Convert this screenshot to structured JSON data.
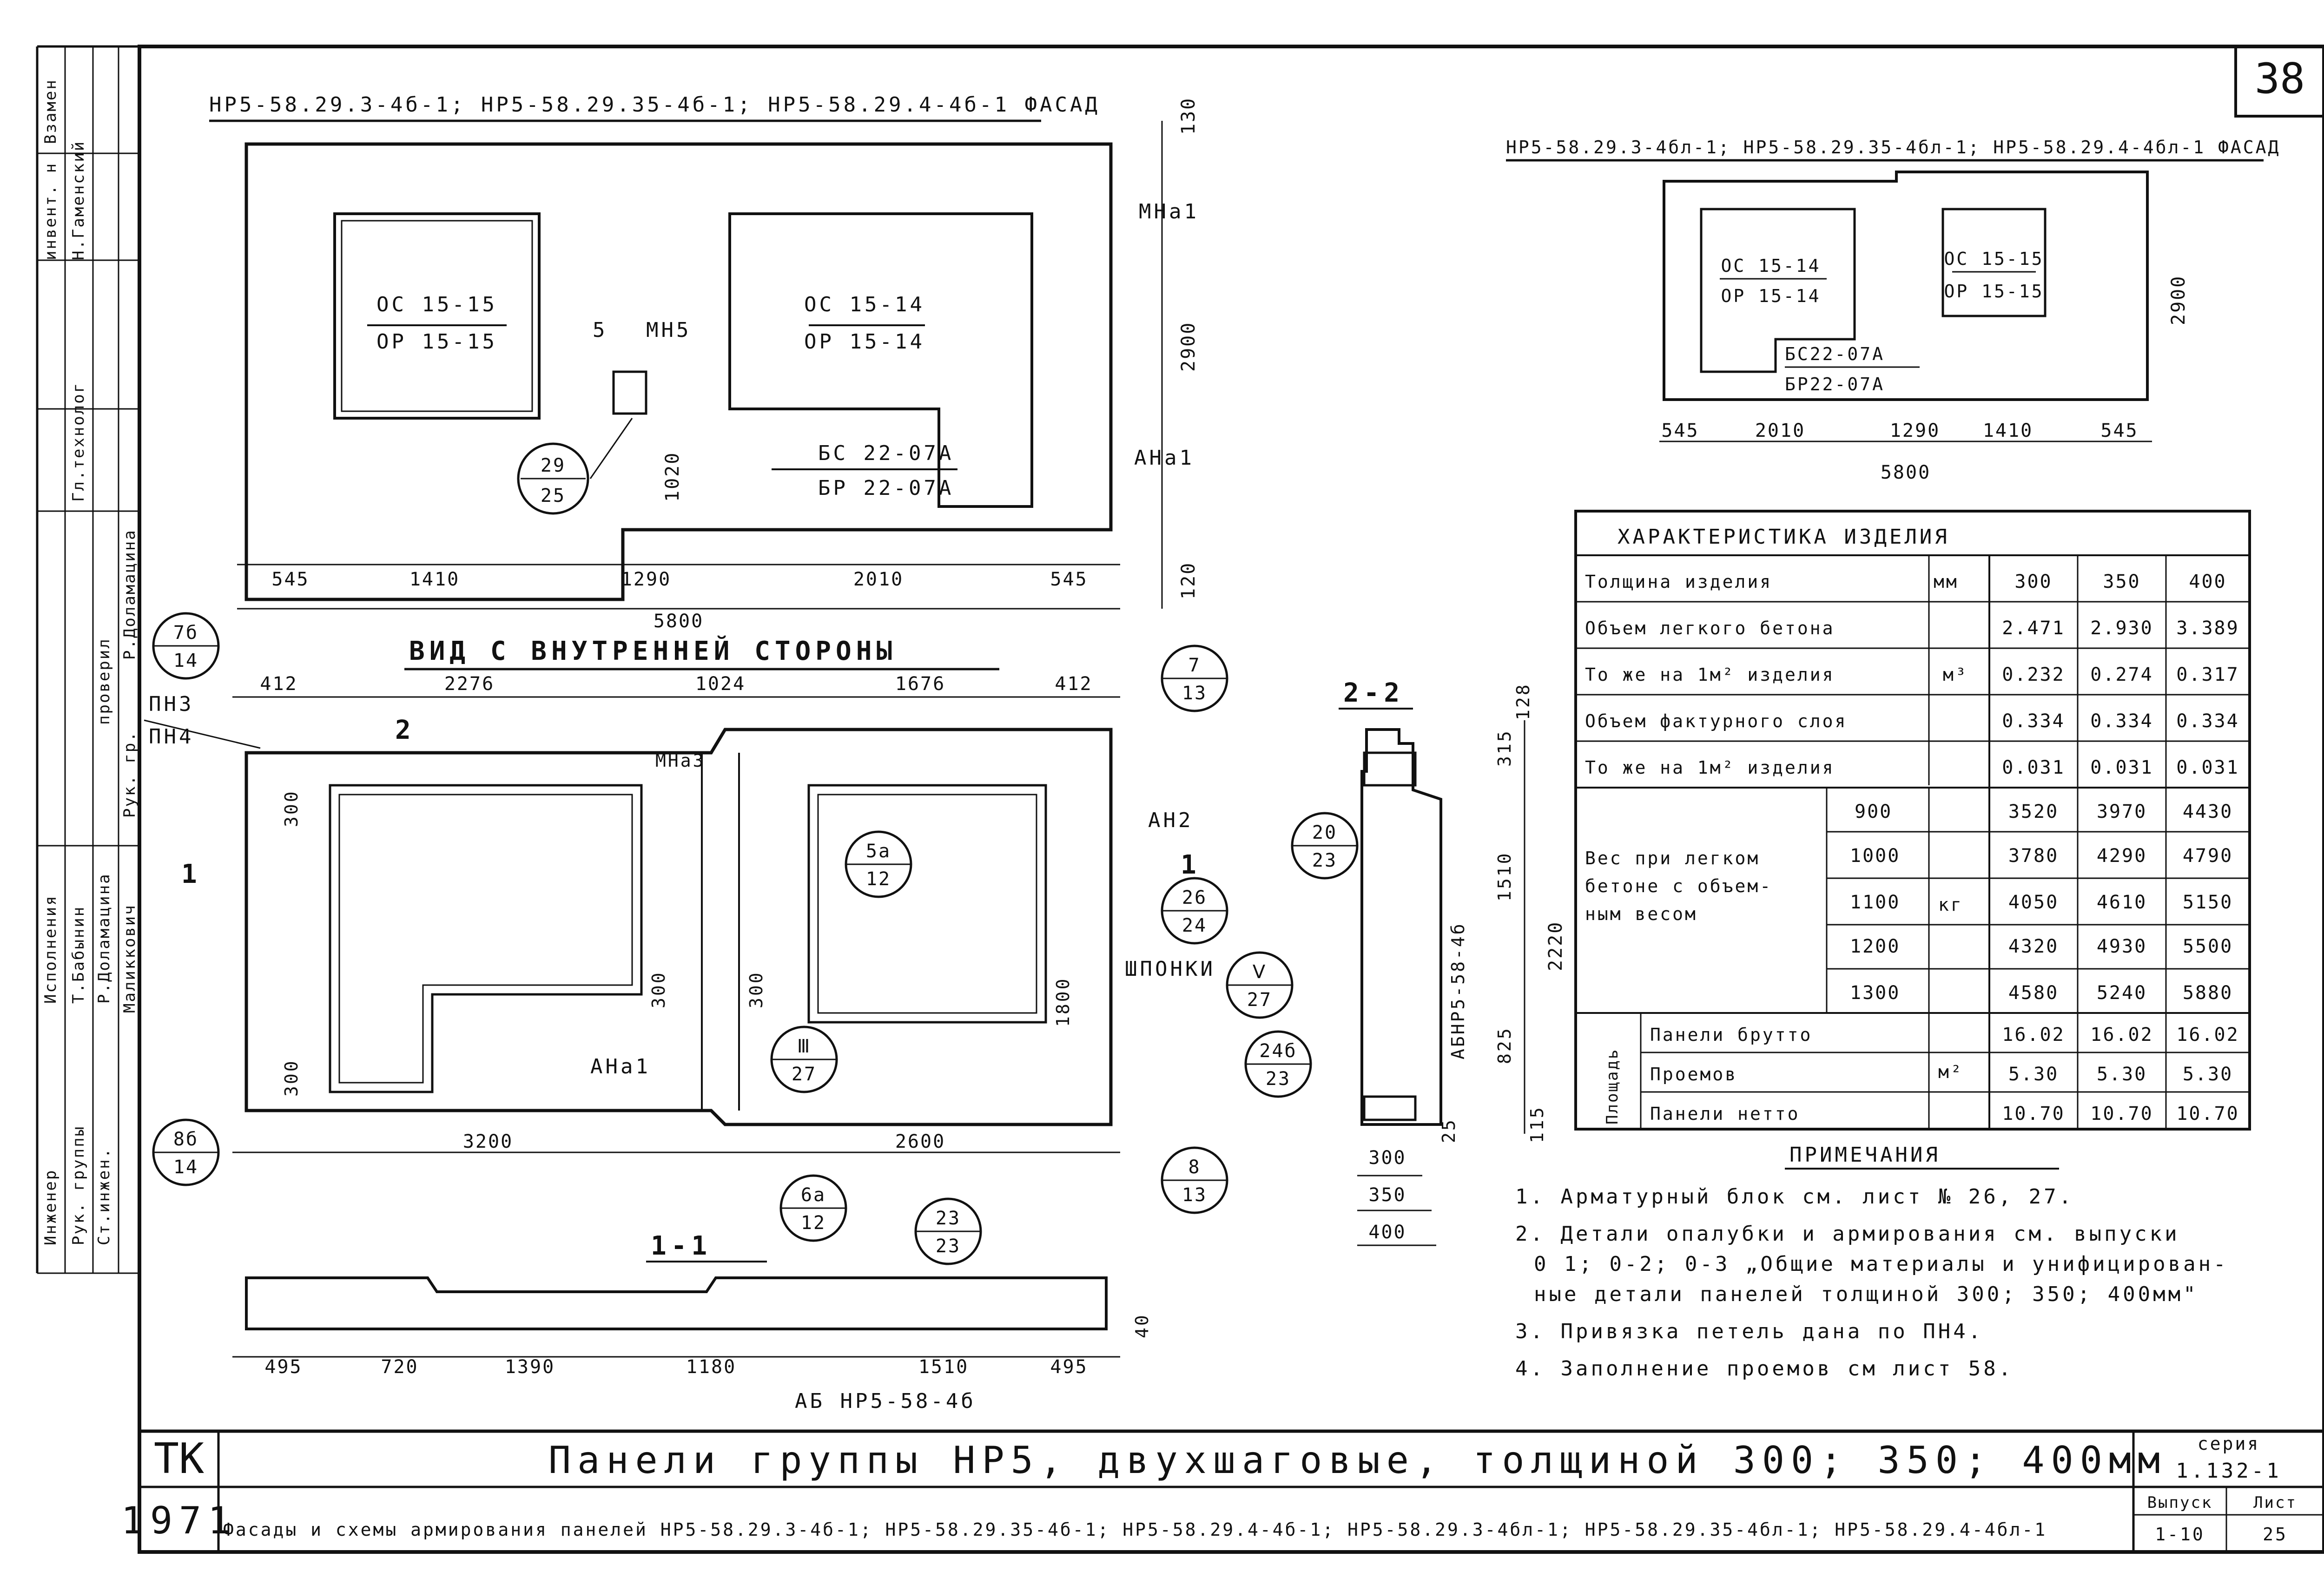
{
  "sheet_number": "38",
  "left_strip": {
    "cells": [
      "Взамен",
      "инвент. н",
      "Н.Гаменский",
      "Гл.технолог",
      "Р.Доламацина",
      "проверил",
      "Рук. гр.",
      "Маликкович",
      "Р.Доламацина",
      "Т.Бабынин",
      "Исполнения",
      "Рук. группы",
      "Ст.инжен.",
      "Инженер"
    ]
  },
  "facade_main": {
    "title": "НР5-58.29.3-4б-1; НР5-58.29.35-4б-1; НР5-58.29.4-4б-1 ФАСАД",
    "window_left_top": "ОС 15-15",
    "window_left_bot": "ОР 15-15",
    "window_right_top": "ОС 15-14",
    "window_right_bot": "ОР 15-14",
    "door_top": "БС 22-07А",
    "door_bot": "БР 22-07А",
    "label_mn5": "МН5",
    "label_5": "5",
    "label_mna1": "МНа1",
    "label_ana1": "АНа1",
    "ref_top": "29",
    "ref_bot": "25",
    "dims_bottom": [
      "545",
      "1410",
      "1290",
      "2010",
      "545"
    ],
    "dim_total": "5800",
    "dim_right_top": "130",
    "dim_right_mid": "2900",
    "dim_right_bot": "120",
    "dim_1020": "1020"
  },
  "facade_right": {
    "title": "НР5-58.29.3-4бл-1; НР5-58.29.35-4бл-1; НР5-58.29.4-4бл-1 ФАСАД",
    "win_a_top": "ОС 15-14",
    "win_a_bot": "ОР 15-14",
    "win_b_top": "ОС 15-15",
    "win_b_bot": "ОР 15-15",
    "door_top": "БС22-07А",
    "door_bot": "БР22-07А",
    "dim_height": "2900",
    "dims_bottom": [
      "545",
      "2010",
      "1290",
      "1410",
      "545"
    ],
    "dim_total": "5800"
  },
  "inside_view": {
    "title": "ВИД С ВНУТРЕННЕЙ СТОРОНЫ",
    "dims_top": [
      "412",
      "2276",
      "1024",
      "1676",
      "412"
    ],
    "dims_bottom": [
      "3200",
      "2600"
    ],
    "ph3": "ПН3",
    "ph4": "ПН4",
    "mna3": "МНа3",
    "an2": "АН2",
    "ana1": "АНа1",
    "shponki": "ШПОНКИ",
    "dim_300_a": "300",
    "dim_300_b": "300",
    "dim_300_c": "300",
    "dim_300_d": "300",
    "dim_1800": "1800",
    "sec_2": "2",
    "sec_1": "1",
    "sec_1b": "1",
    "refs": [
      {
        "top": "7б",
        "bot": "14"
      },
      {
        "top": "7",
        "bot": "13"
      },
      {
        "top": "5а",
        "bot": "12"
      },
      {
        "top": "26",
        "bot": "24"
      },
      {
        "top": "Ⅴ",
        "bot": "27"
      },
      {
        "top": "Ⅲ",
        "bot": "27"
      },
      {
        "top": "8б",
        "bot": "14"
      },
      {
        "top": "6а",
        "bot": "12"
      },
      {
        "top": "8",
        "bot": "13"
      }
    ]
  },
  "section_22": {
    "title": "2-2",
    "dims_right": [
      "128",
      "315",
      "1510",
      "825",
      "25",
      "115"
    ],
    "dim_2220": "2220",
    "block_label": "АБНР5-58-4б",
    "dims_bottom": [
      "300",
      "350",
      "400"
    ],
    "ref_a": {
      "top": "20",
      "bot": "23"
    },
    "ref_b": {
      "top": "24б",
      "bot": "23"
    }
  },
  "section_11": {
    "title": "1-1",
    "dims": [
      "495",
      "720",
      "1390",
      "1180",
      "1510",
      "495"
    ],
    "dim_40": "40",
    "block_label": "АБ НР5-58-4б",
    "ref": {
      "top": "23",
      "bot": "23"
    }
  },
  "char_table": {
    "title": "ХАРАКТЕРИСТИКА ИЗДЕЛИЯ",
    "rows": [
      {
        "label": "Толщина изделия",
        "unit": "мм",
        "v": [
          "300",
          "350",
          "400"
        ]
      },
      {
        "label": "Объем легкого бетона",
        "unit": "",
        "v": [
          "2.471",
          "2.930",
          "3.389"
        ]
      },
      {
        "label": "То же на 1м² изделия",
        "unit": "м³",
        "v": [
          "0.232",
          "0.274",
          "0.317"
        ]
      },
      {
        "label": "Объем фактурного слоя",
        "unit": "",
        "v": [
          "0.334",
          "0.334",
          "0.334"
        ]
      },
      {
        "label": "То же на 1м² изделия",
        "unit": "",
        "v": [
          "0.031",
          "0.031",
          "0.031"
        ]
      }
    ],
    "weight_label_1": "Вес при легком",
    "weight_label_2": "бетоне с объем-",
    "weight_label_3": "ным весом",
    "weight_unit": "кг",
    "weight_rows": [
      {
        "d": "900",
        "v": [
          "3520",
          "3970",
          "4430"
        ]
      },
      {
        "d": "1000",
        "v": [
          "3780",
          "4290",
          "4790"
        ]
      },
      {
        "d": "1100",
        "v": [
          "4050",
          "4610",
          "5150"
        ]
      },
      {
        "d": "1200",
        "v": [
          "4320",
          "4930",
          "5500"
        ]
      },
      {
        "d": "1300",
        "v": [
          "4580",
          "5240",
          "5880"
        ]
      }
    ],
    "area_label": "Площадь",
    "area_unit": "м²",
    "area_rows": [
      {
        "label": "Панели брутто",
        "v": [
          "16.02",
          "16.02",
          "16.02"
        ]
      },
      {
        "label": "Проемов",
        "v": [
          "5.30",
          "5.30",
          "5.30"
        ]
      },
      {
        "label": "Панели нетто",
        "v": [
          "10.70",
          "10.70",
          "10.70"
        ]
      }
    ]
  },
  "notes": {
    "title": "ПРИМЕЧАНИЯ",
    "items": [
      "1. Арматурный блок см. лист № 26, 27.",
      "2. Детали опалубки и армирования см. выпуски",
      "0 1; 0-2; 0-3 „Общие материалы и унифицирован-",
      "ные детали панелей толщиной 300; 350; 400мм\"",
      "3. Привязка петель дана по ПН4.",
      "4. Заполнение проемов см лист 58."
    ]
  },
  "title_block": {
    "tk": "ТК",
    "year": "1971",
    "title": "Панели группы НР5, двухшаговые, толщиной 300; 350; 400мм",
    "subtitle": "Фасады и схемы армирования панелей НР5-58.29.3-4б-1; НР5-58.29.35-4б-1; НР5-58.29.4-4б-1; НР5-58.29.3-4бл-1; НР5-58.29.35-4бл-1; НР5-58.29.4-4бл-1",
    "seria_label": "серия",
    "seria": "1.132-1",
    "vypusk_label": "Выпуск",
    "vypusk": "1-10",
    "list_label": "Лист",
    "list": "25"
  }
}
